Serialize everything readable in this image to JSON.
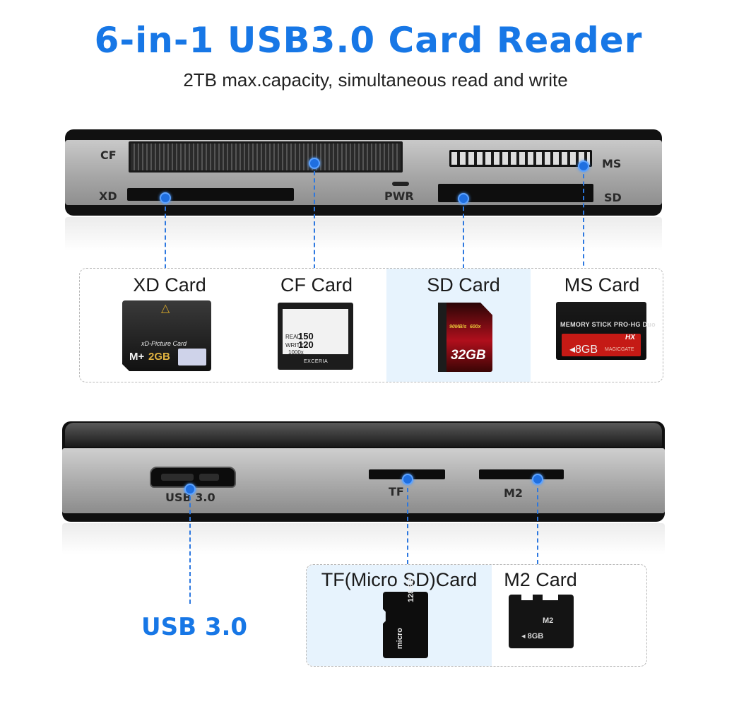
{
  "header": {
    "title": "6-in-1 USB3.0 Card Reader",
    "subtitle": "2TB max.capacity, simultaneous read and write"
  },
  "top_device": {
    "ports": {
      "cf": "CF",
      "xd": "XD",
      "pwr": "PWR",
      "ms": "MS",
      "sd": "SD"
    }
  },
  "top_cards": {
    "xd": {
      "title": "XD Card",
      "brand": "xD-Picture Card",
      "prefix": "M+",
      "capacity": "2GB"
    },
    "cf": {
      "title": "CF Card",
      "read": "150",
      "write": "120",
      "speed": "1000x",
      "brand": "EXCERIA"
    },
    "sd": {
      "title": "SD Card",
      "speed": "90MB/s",
      "rating": "600x",
      "capacity": "32GB"
    },
    "ms": {
      "title": "MS Card",
      "brand": "MEMORY STICK PRO-HG Duo",
      "capacity": "8GB",
      "hx": "HX",
      "gate": "MAGICGATE"
    }
  },
  "bottom_device": {
    "ports": {
      "usb": "USB 3.0",
      "tf": "TF",
      "m2": "M2"
    }
  },
  "bottom_cards": {
    "tf": {
      "title": "TF(Micro SD)Card",
      "capacity": "128GB",
      "brand": "micro"
    },
    "m2": {
      "title": "M2 Card",
      "label": "M2",
      "capacity": "8GB"
    }
  },
  "usb_callout": "USB 3.0",
  "colors": {
    "accent_blue": "#1777e6",
    "callout_dot": "#1f6fe0",
    "highlight_bg": "#e7f3fd"
  }
}
